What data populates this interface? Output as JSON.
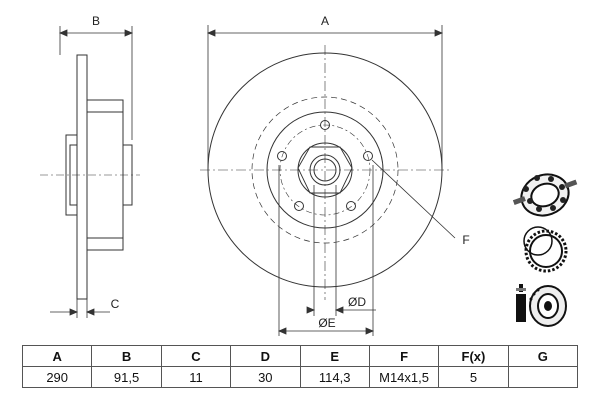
{
  "drawing_labels": {
    "a": "A",
    "b": "B",
    "c": "C",
    "d": "ØD",
    "e": "ØE",
    "f": "F"
  },
  "table": {
    "headers": [
      "A",
      "B",
      "C",
      "D",
      "E",
      "F",
      "F(x)",
      "G"
    ],
    "values": [
      "290",
      "91,5",
      "11",
      "30",
      "114,3",
      "M14x1,5",
      "5",
      ""
    ]
  },
  "icons": [
    "wheel-bearing-icon",
    "abs-ring-icon",
    "disc-hub-assembly-icon"
  ]
}
